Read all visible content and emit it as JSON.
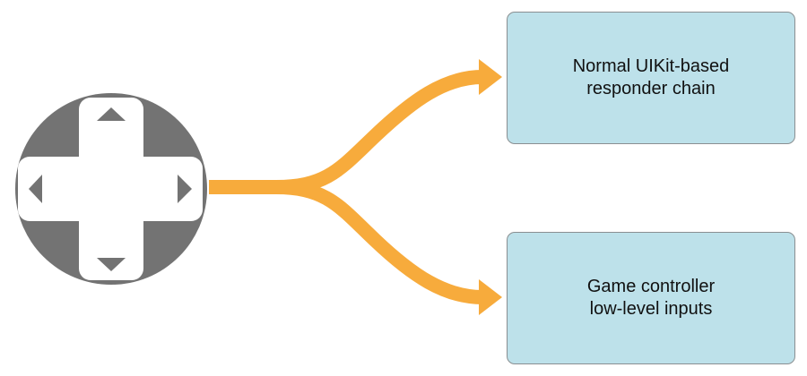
{
  "colors": {
    "box_fill": "#bde1ea",
    "box_border": "#8a8f91",
    "arrow": "#f7ab3c",
    "dpad_body": "#737373",
    "dpad_cross": "#ffffff"
  },
  "icons": {
    "controller": "dpad-icon",
    "up": "triangle-up-icon",
    "down": "triangle-down-icon",
    "left": "triangle-left-icon",
    "right": "triangle-right-icon"
  },
  "boxes": {
    "top": {
      "line1": "Normal UIKit-based",
      "line2": "responder chain"
    },
    "bottom": {
      "line1": "Game controller",
      "line2": "low-level inputs"
    }
  }
}
